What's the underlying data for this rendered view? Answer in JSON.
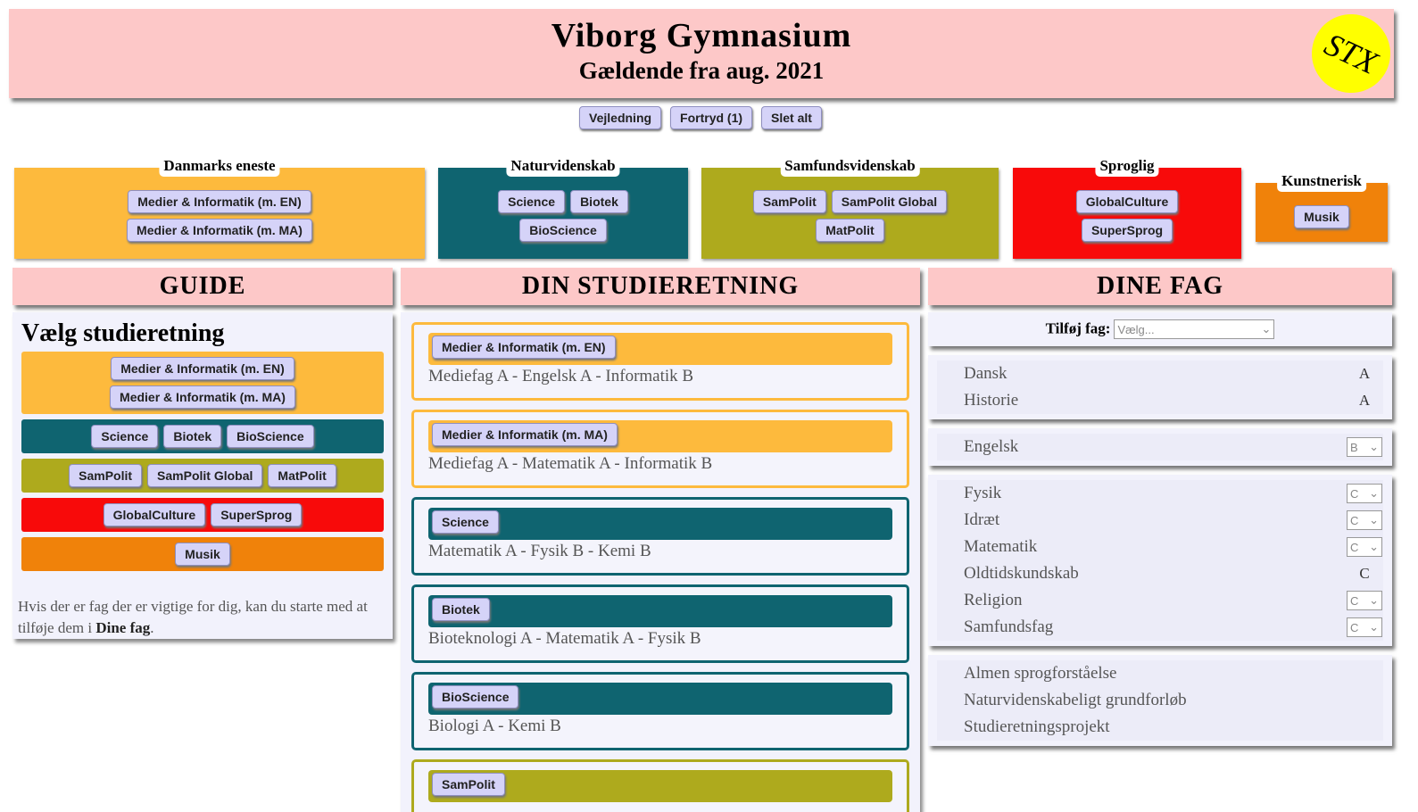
{
  "header": {
    "title": "Viborg Gymnasium",
    "subtitle": "Gældende fra aug. 2021",
    "badge": "STX"
  },
  "toolbar": {
    "guide": "Vejledning",
    "undo": "Fortryd (1)",
    "delete_all": "Slet alt"
  },
  "colors": {
    "danmark": "#fdba3d",
    "natur": "#0f6470",
    "samfund": "#aeaa1d",
    "sprog": "#f80a0a",
    "kunst": "#f0820a",
    "header": "#fdc8c8",
    "chip": "#d5d3f8"
  },
  "categories": [
    {
      "label": "Danmarks eneste",
      "color": "#fdba3d",
      "items": [
        "Medier & Informatik (m. EN)",
        "Medier & Informatik (m. MA)"
      ]
    },
    {
      "label": "Naturvidenskab",
      "color": "#0f6470",
      "items": [
        "Science",
        "Biotek",
        "BioScience"
      ]
    },
    {
      "label": "Samfundsvidenskab",
      "color": "#aeaa1d",
      "items": [
        "SamPolit",
        "SamPolit Global",
        "MatPolit"
      ]
    },
    {
      "label": "Sproglig",
      "color": "#f80a0a",
      "items": [
        "GlobalCulture",
        "SuperSprog"
      ]
    },
    {
      "label": "Kunstnerisk",
      "color": "#f0820a",
      "items": [
        "Musik"
      ]
    }
  ],
  "guide": {
    "heading": "GUIDE",
    "title": "Vælg studieretning",
    "text": "Hvis der er fag der er vigtige for dig, kan du starte med at tilføje dem i ",
    "text_bold": "Dine fag",
    "text_end": "."
  },
  "studieretning": {
    "heading": "DIN STUDIERETNING",
    "items": [
      {
        "name": "Medier & Informatik (m. EN)",
        "color": "#fdba3d",
        "subjects": "Mediefag A - Engelsk A - Informatik B"
      },
      {
        "name": "Medier & Informatik (m. MA)",
        "color": "#fdba3d",
        "subjects": "Mediefag A - Matematik A - Informatik B"
      },
      {
        "name": "Science",
        "color": "#0f6470",
        "subjects": "Matematik A - Fysik B - Kemi B"
      },
      {
        "name": "Biotek",
        "color": "#0f6470",
        "subjects": "Bioteknologi A - Matematik A - Fysik B"
      },
      {
        "name": "BioScience",
        "color": "#0f6470",
        "subjects": "Biologi A - Kemi B"
      },
      {
        "name": "SamPolit",
        "color": "#aeaa1d",
        "subjects": ""
      }
    ]
  },
  "fag": {
    "heading": "DINE FAG",
    "add_label": "Tilføj fag:",
    "add_placeholder": "Vælg...",
    "groups": [
      [
        {
          "name": "Dansk",
          "level": "A",
          "select": false
        },
        {
          "name": "Historie",
          "level": "A",
          "select": false
        }
      ],
      [
        {
          "name": "Engelsk",
          "level": "B",
          "select": true
        }
      ],
      [
        {
          "name": "Fysik",
          "level": "C",
          "select": true
        },
        {
          "name": "Idræt",
          "level": "C",
          "select": true
        },
        {
          "name": "Matematik",
          "level": "C",
          "select": true
        },
        {
          "name": "Oldtidskundskab",
          "level": "C",
          "select": false
        },
        {
          "name": "Religion",
          "level": "C",
          "select": true
        },
        {
          "name": "Samfundsfag",
          "level": "C",
          "select": true
        }
      ],
      [
        {
          "name": "Almen sprogforståelse",
          "level": "",
          "select": false
        },
        {
          "name": "Naturvidenskabeligt grundforløb",
          "level": "",
          "select": false
        },
        {
          "name": "Studieretningsprojekt",
          "level": "",
          "select": false
        }
      ]
    ]
  }
}
